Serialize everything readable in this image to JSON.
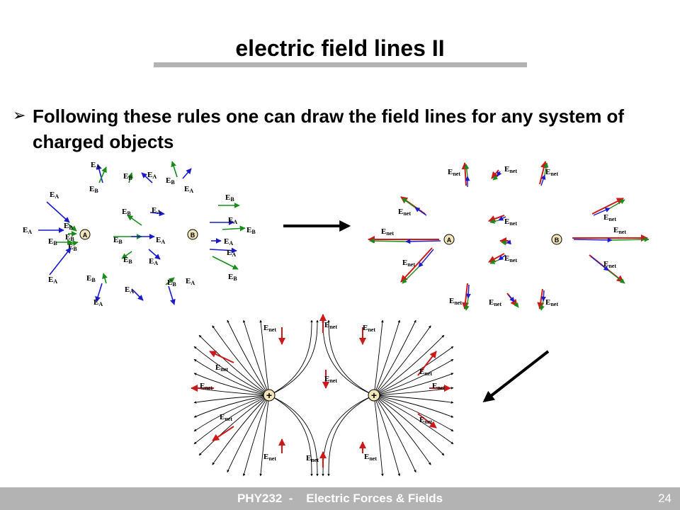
{
  "slide": {
    "title": "electric field lines II",
    "bullet_mark": "➢",
    "bullet_text": "Following these rules one can draw the field lines for any system of charged objects"
  },
  "figure": {
    "charge_a_label": "A",
    "charge_b_label": "B",
    "plus_sign": "+",
    "e_letter": "E",
    "sub_a": "A",
    "sub_b": "B",
    "sub_net": "net",
    "colors": {
      "ea": "#1a1acc",
      "eb": "#1a8c1a",
      "enet": "#cc1a1a",
      "field": "#000000"
    }
  },
  "footer": {
    "course": "PHY232  -    Electric Forces & Fields",
    "page_number": "24"
  }
}
